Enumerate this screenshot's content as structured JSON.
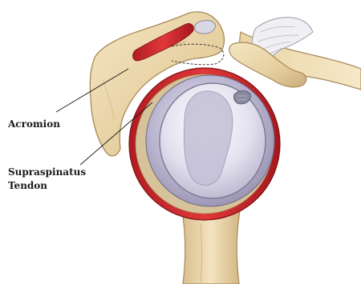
{
  "labels": {
    "acromion": "Acromion",
    "tendon_line1": "Supraspinatus",
    "tendon_line2": "Tendon"
  },
  "colors": {
    "background": "#ffffff",
    "bone": "#ecd9b0",
    "bone_shadow": "#c9ad7c",
    "tendon_red": "#c8242a",
    "cartilage": "#b9b5cf",
    "labrum": "#7a7a92",
    "ligament": "#e8e8ee",
    "text": "#1a1a1a"
  }
}
